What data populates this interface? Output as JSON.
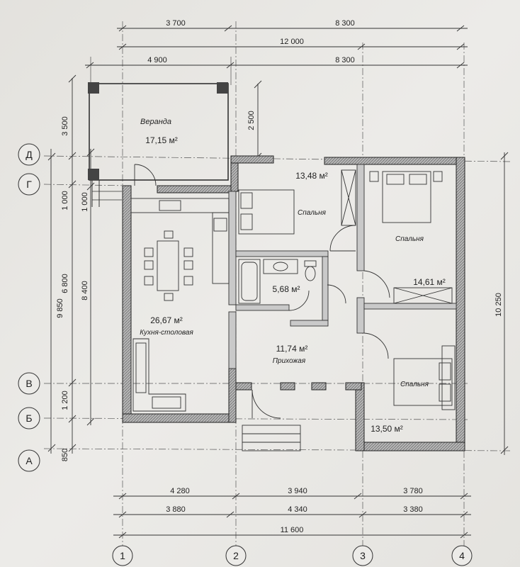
{
  "dimensions_top": {
    "row1": [
      "3 700",
      "8 300"
    ],
    "row2": [
      "12 000"
    ],
    "row3": [
      "4 900",
      "8 300"
    ]
  },
  "dimensions_bottom": {
    "row1": [
      "4 280",
      "3 940",
      "3 780"
    ],
    "row2": [
      "3 880",
      "4 340",
      "3 380"
    ],
    "row3": [
      "11 600"
    ]
  },
  "dimensions_left": {
    "outer": [
      "9 850"
    ],
    "middle": [
      "3 500",
      "1 000",
      "6 800",
      "1 200",
      "850"
    ],
    "inner": [
      "2 500",
      "1 000",
      "8 400"
    ]
  },
  "dimensions_right": [
    "10 250"
  ],
  "axes_rows": [
    "Д",
    "Г",
    "В",
    "Б",
    "А"
  ],
  "axes_cols": [
    "1",
    "2",
    "3",
    "4"
  ],
  "rooms": {
    "veranda": {
      "name": "Веранда",
      "area": "17,15 м²"
    },
    "bedroom1": {
      "name": "Спальня",
      "area": "13,48 м²"
    },
    "bedroom2": {
      "name": "Спальня",
      "area": "14,61 м²"
    },
    "bathroom": {
      "name": "",
      "area": "5,68 м²"
    },
    "kitchen": {
      "name": "Кухня-столовая",
      "area": "26,67 м²"
    },
    "hall": {
      "name": "Прихожая",
      "area": "11,74 м²"
    },
    "bedroom3": {
      "name": "Спальня",
      "area": "13,50 м²"
    }
  },
  "colors": {
    "paper": "#e9e8e5",
    "line": "#3a3a3a",
    "wall_fill": "#9a9a9a"
  }
}
